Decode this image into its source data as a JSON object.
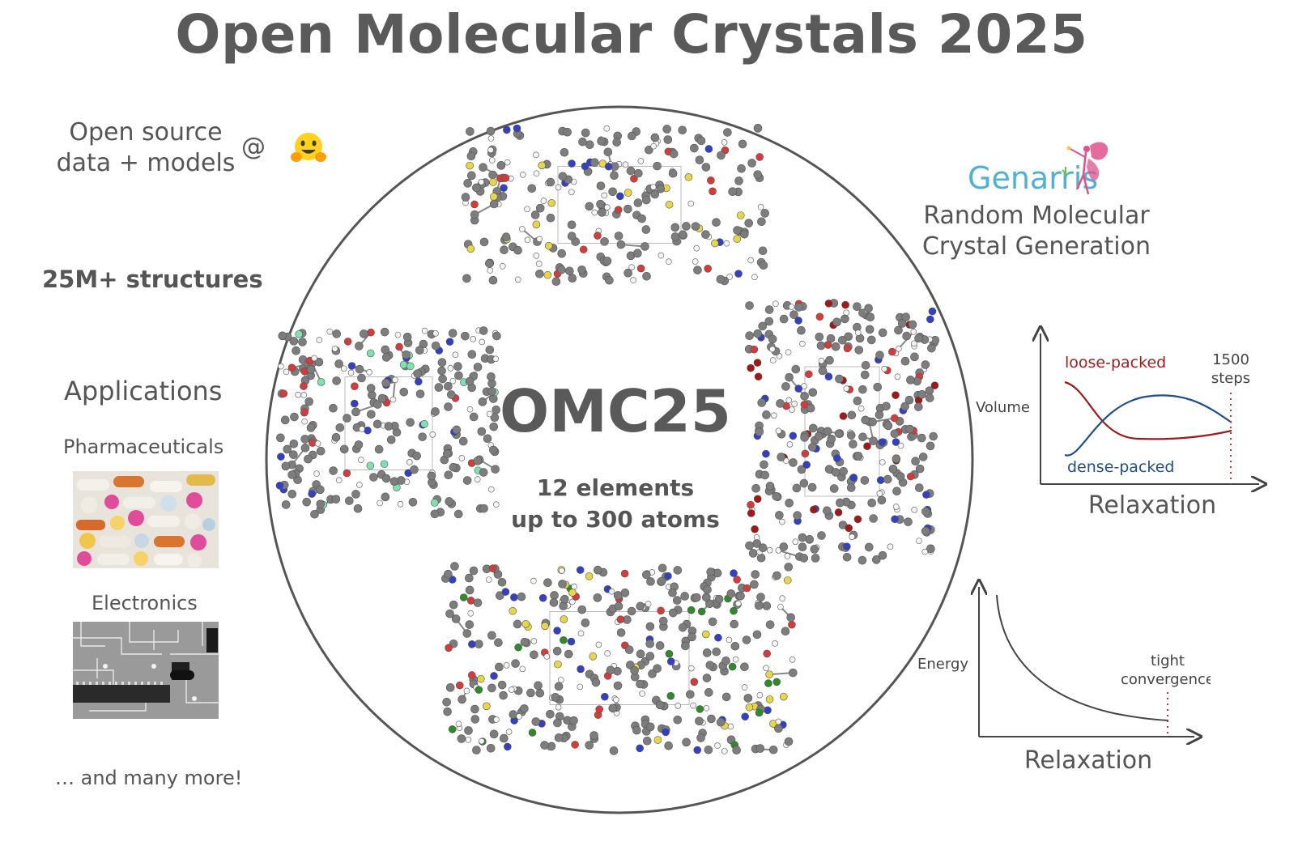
{
  "title": "Open Molecular Crystals 2025",
  "left_panel": {
    "open_source_line1": "Open source",
    "open_source_line2": "data + models",
    "at_symbol": "@",
    "hug_icon": "hugging-face-icon",
    "structures": "25M+ structures",
    "applications_heading": "Applications",
    "pharmaceuticals_label": "Pharmaceuticals",
    "electronics_label": "Electronics",
    "more": "… and many more!"
  },
  "center": {
    "name": "OMC25",
    "line1": "12 elements",
    "line2": "up to 300 atoms"
  },
  "genarris": {
    "logo": "Genarris",
    "line1": "Random Molecular",
    "line2": "Crystal Generation"
  },
  "volume_plot": {
    "ylabel": "Volume",
    "xlabel": "Relaxation",
    "loose_label": "loose-packed",
    "dense_label": "dense-packed",
    "steps_line1": "1500",
    "steps_line2": "steps"
  },
  "energy_plot": {
    "ylabel": "Energy",
    "xlabel": "Relaxation",
    "annot_line1": "tight",
    "annot_line2": "convergence"
  },
  "colors": {
    "title": "#5a5a5a",
    "loose": "#9b1c1c",
    "dense": "#1f4e8c",
    "genarris": "#4fb1d6",
    "fairy": "#e0508c"
  }
}
